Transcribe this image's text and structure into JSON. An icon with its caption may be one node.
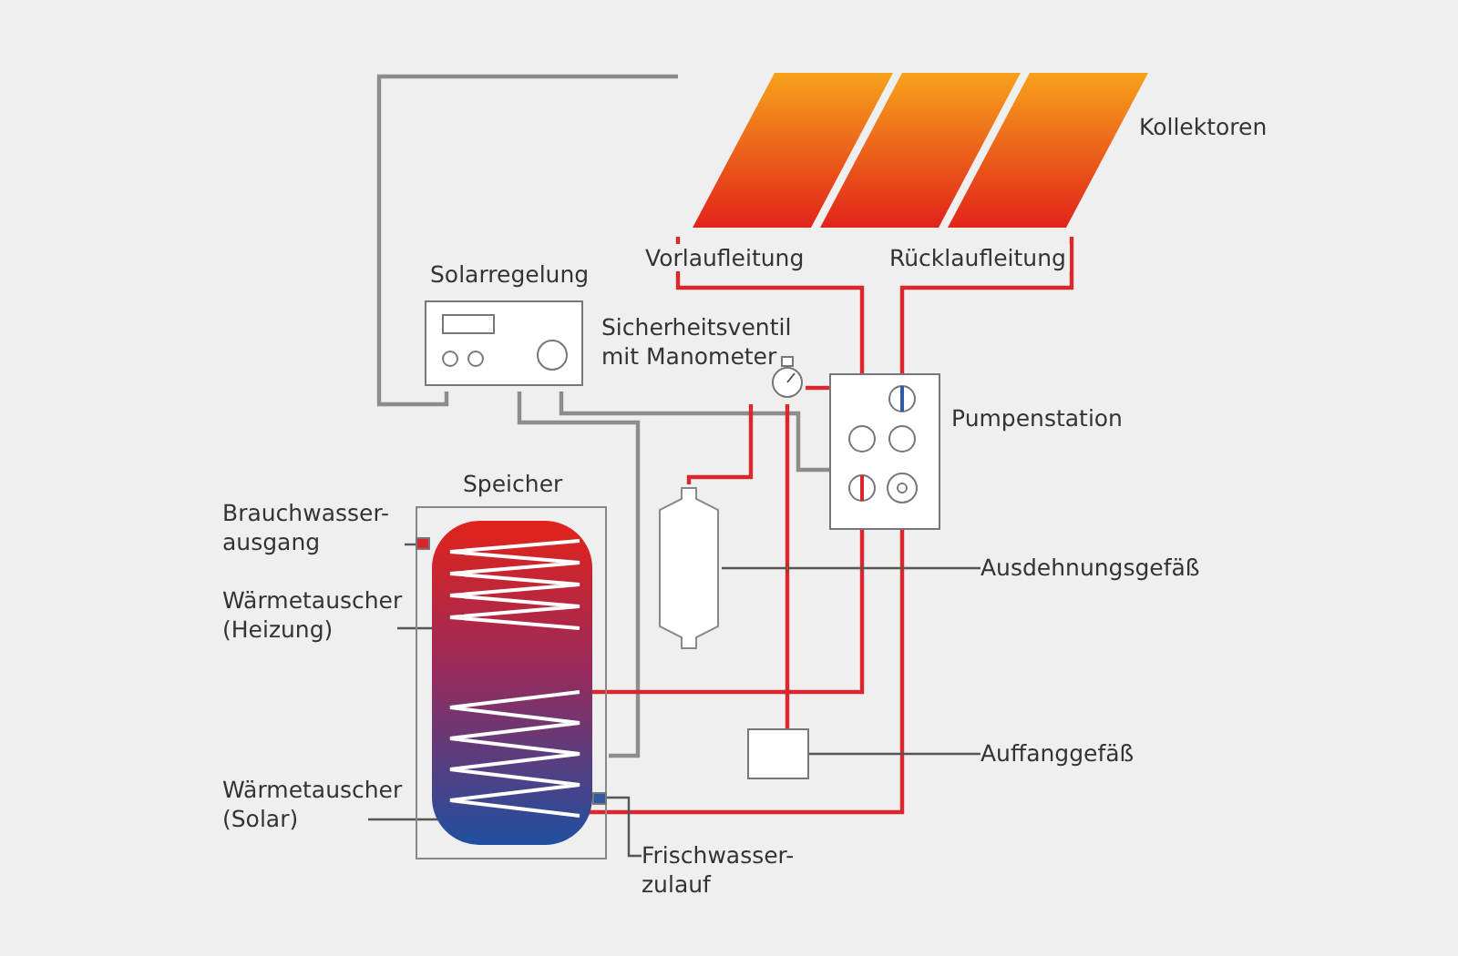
{
  "diagram": {
    "nodes": [
      {
        "text": [
          "Kollektoren"
        ]
      },
      {
        "text": [
          "Solarregelung"
        ]
      },
      {
        "text": [
          "Sicherheitsventil mit Manometer"
        ]
      },
      {
        "text": [
          "Pumpenstation"
        ]
      },
      {
        "text": [
          "Speicher"
        ]
      },
      {
        "text": [],
        "shape": "cylinder"
      },
      {
        "text": [],
        "shape": "box"
      },
      {
        "text": [
          "Ausdehnungsgefäß"
        ]
      },
      {
        "text": [
          "Auffanggefäß"
        ]
      },
      {
        "text": [
          "Brauchwasser- ausgang"
        ]
      },
      {
        "text": [
          "Wärmetauscher (Heizung)"
        ]
      },
      {
        "text": [
          "Wärmetauscher (Solar)"
        ]
      },
      {
        "text": [
          "Frischwasser- zulauf"
        ]
      },
      {
        "text": [],
        "shape": "box",
        "in": 4
      },
      {
        "text": [],
        "shape": "coil",
        "in": 4
      },
      {
        "text": [],
        "shape": "coil",
        "in": 4
      },
      {
        "text": [],
        "shape": "box",
        "in": 4
      }
    ],
    "edges": [
      {
        "from": 0,
        "to": 3,
        "arrow": "none",
        "label": "Vorlaufleitung"
      },
      {
        "from": 0,
        "to": 3,
        "arrow": "none",
        "label": "Rücklaufleitung"
      },
      {
        "from": 1,
        "to": 0,
        "arrow": "none",
        "color": "#8c8c8c"
      },
      {
        "from": 1,
        "to": 3,
        "arrow": "none",
        "color": "#8c8c8c"
      },
      {
        "from": 1,
        "to": 4,
        "arrow": "none",
        "color": "#8c8c8c"
      },
      {
        "from": 3,
        "to": 2,
        "arrow": "none"
      },
      {
        "from": 2,
        "to": 5,
        "arrow": "none"
      },
      {
        "from": 2,
        "to": 6,
        "arrow": "none"
      },
      {
        "from": 3,
        "to": 15,
        "arrow": "none"
      },
      {
        "from": 3,
        "to": 15,
        "arrow": "none"
      },
      {
        "from": 7,
        "to": 5,
        "arrow": "none",
        "color": "#555555"
      },
      {
        "from": 8,
        "to": 6,
        "arrow": "none",
        "color": "#555555"
      },
      {
        "from": 9,
        "to": 13,
        "arrow": "none",
        "color": "#555555"
      },
      {
        "from": 10,
        "to": 14,
        "arrow": "none",
        "color": "#555555"
      },
      {
        "from": 11,
        "to": 15,
        "arrow": "none",
        "color": "#555555"
      },
      {
        "from": 12,
        "to": 16,
        "arrow": "none",
        "color": "#555555"
      }
    ]
  }
}
